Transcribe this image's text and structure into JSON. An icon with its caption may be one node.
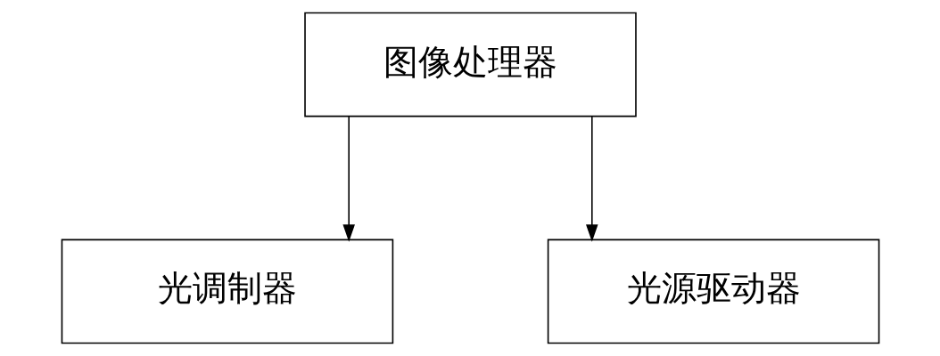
{
  "diagram": {
    "nodes": [
      {
        "text": [
          "图像处理器"
        ]
      },
      {
        "text": [
          "光调制器"
        ]
      },
      {
        "text": [
          "光源驱动器"
        ]
      }
    ],
    "edges": [
      {
        "from": 0,
        "to": 1,
        "arrow": "to"
      },
      {
        "from": 0,
        "to": 2,
        "arrow": "to"
      }
    ]
  }
}
